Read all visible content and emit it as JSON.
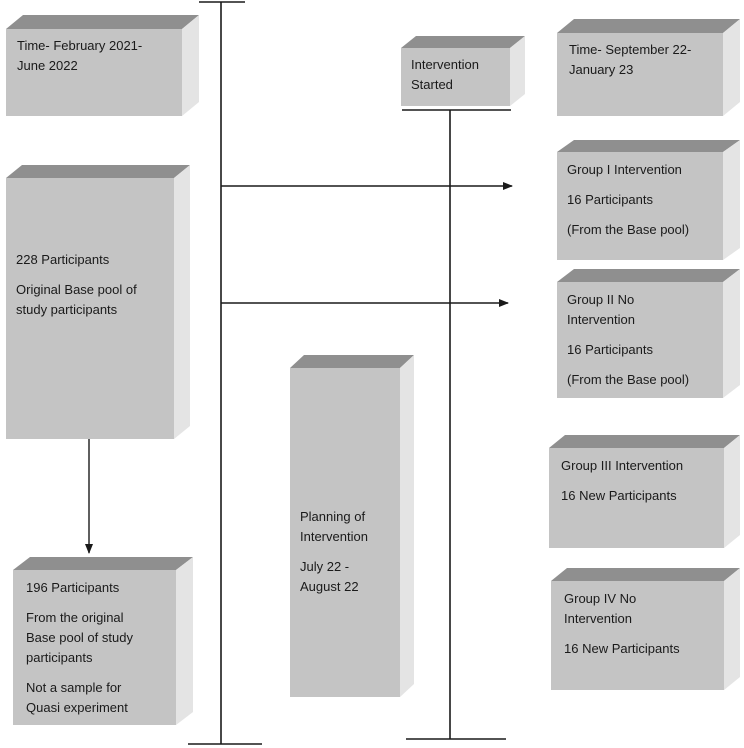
{
  "colors": {
    "box_front": "#c4c4c4",
    "box_top": "#8f8f8f",
    "box_side": "#e4e4e4",
    "line": "#1a1a1a",
    "text": "#1a1a1a"
  },
  "boxes": {
    "time_left": {
      "lines": [
        "Time- February 2021-",
        "June 2022"
      ]
    },
    "intervention_started": {
      "lines": [
        "Intervention",
        "Started"
      ]
    },
    "time_right": {
      "lines": [
        "Time- September 22-",
        "January 23"
      ]
    },
    "base_pool": {
      "lines": [
        "228 Participants",
        "Original Base pool of",
        "study participants"
      ]
    },
    "group1": {
      "lines": [
        "Group I Intervention",
        "16 Participants",
        "(From the Base pool)"
      ]
    },
    "group2": {
      "lines": [
        "Group II No",
        "Intervention",
        "16 Participants",
        "(From the Base pool)"
      ]
    },
    "planning": {
      "lines": [
        "Planning of",
        "Intervention",
        "July 22 -",
        "August 22"
      ]
    },
    "group3": {
      "lines": [
        "Group III Intervention",
        "16 New Participants"
      ]
    },
    "remaining": {
      "lines": [
        "196 Participants",
        "From the original",
        "Base pool of study",
        "participants",
        "Not a sample for",
        "Quasi experiment"
      ]
    },
    "group4": {
      "lines": [
        "Group IV No",
        "Intervention",
        "16 New Participants"
      ]
    }
  }
}
